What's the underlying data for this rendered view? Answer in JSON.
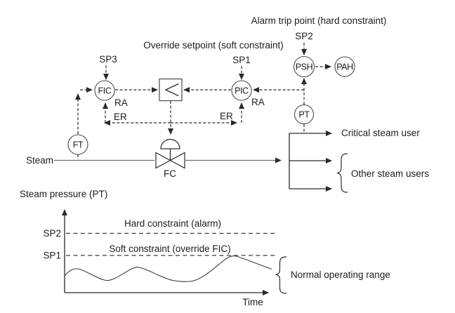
{
  "pid": {
    "annotations": {
      "alarm_trip_point": "Alarm trip point (hard constraint)",
      "override_setpoint": "Override setpoint (soft constraint)"
    },
    "setpoints": {
      "sp3": "SP3",
      "sp1": "SP1",
      "sp2": "SP2"
    },
    "instruments": {
      "fic": "FIC",
      "pic": "PIC",
      "psh": "PSH",
      "pah": "PAH",
      "pt": "PT",
      "ft": "FT"
    },
    "selector_symbol": "<",
    "signal_labels": {
      "ra_fic": "RA",
      "ra_pic": "RA",
      "er_fic": "ER",
      "er_pic": "ER"
    },
    "process": {
      "steam_label": "Steam",
      "valve_tag": "FC",
      "critical_user": "Critical steam user",
      "other_users": "Other steam users"
    }
  },
  "chart": {
    "title": "Steam pressure (PT)",
    "x_axis_label": "Time",
    "ref_labels": {
      "sp2": "SP2",
      "sp1": "SP1"
    },
    "annotations": {
      "hard_constraint": "Hard constraint (alarm)",
      "soft_constraint": "Soft constraint (override FIC)",
      "normal_range": "Normal operating range"
    }
  },
  "chart_data": {
    "type": "line",
    "title": "Steam pressure (PT)",
    "xlabel": "Time",
    "ylabel": "Steam pressure (PT)",
    "axis_numeric": false,
    "grid": false,
    "reference_lines": [
      {
        "label": "SP2",
        "meaning": "Hard constraint (alarm)",
        "y_norm": 0.71,
        "style": "dashed"
      },
      {
        "label": "SP1",
        "meaning": "Soft constraint (override FIC)",
        "y_norm": 0.45,
        "style": "dashed"
      }
    ],
    "series": [
      {
        "name": "Steam pressure",
        "x_norm": [
          0.0,
          0.07,
          0.2,
          0.36,
          0.52,
          0.6,
          0.77,
          0.81,
          0.99
        ],
        "y_norm": [
          0.2,
          0.28,
          0.15,
          0.3,
          0.15,
          0.13,
          0.4,
          0.44,
          0.28
        ]
      }
    ],
    "annotations": [
      {
        "text": "Normal operating range",
        "target": "right end of curve band"
      }
    ],
    "xlim_norm": [
      0,
      1
    ],
    "ylim_norm": [
      0,
      1
    ],
    "legend": "none"
  }
}
